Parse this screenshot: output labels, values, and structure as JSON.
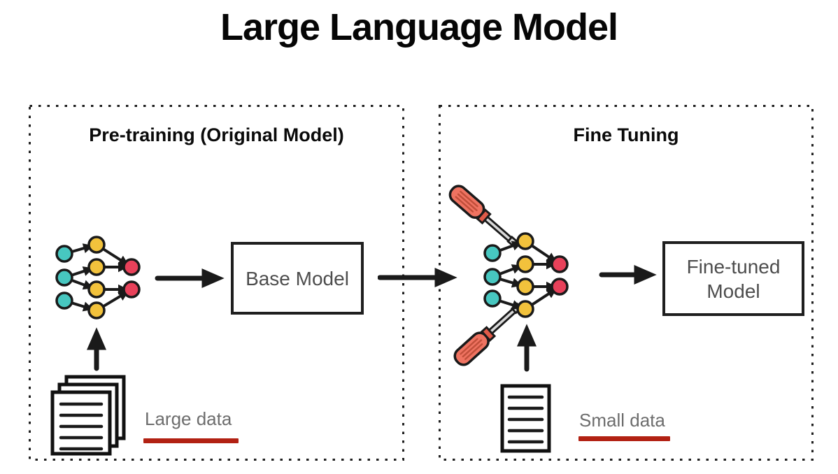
{
  "title": "Large Language Model",
  "left_panel": {
    "header": "Pre-training (Original Model)",
    "model_box": "Base Model",
    "data_label": "Large data",
    "network_icon": "neural-network-icon",
    "data_icon": "document-stack-icon"
  },
  "right_panel": {
    "header": "Fine Tuning",
    "model_box": "Fine-tuned Model",
    "data_label": "Small data",
    "network_icon": "neural-network-with-screwdrivers-icon",
    "data_icon": "document-icon"
  },
  "colors": {
    "ink": "#1a1a1a",
    "node_teal": "#47c7c0",
    "node_yellow": "#f2c23c",
    "node_red": "#e8415a",
    "screwdriver_handle": "#ef7361",
    "screwdriver_collar": "#e05a48",
    "screwdriver_ridge": "#c14f3b",
    "screwdriver_shaft": "#d8d8d8",
    "underline_red": "#b22113",
    "label_gray": "#6d6d6d",
    "box_text_gray": "#4d4d4d"
  }
}
